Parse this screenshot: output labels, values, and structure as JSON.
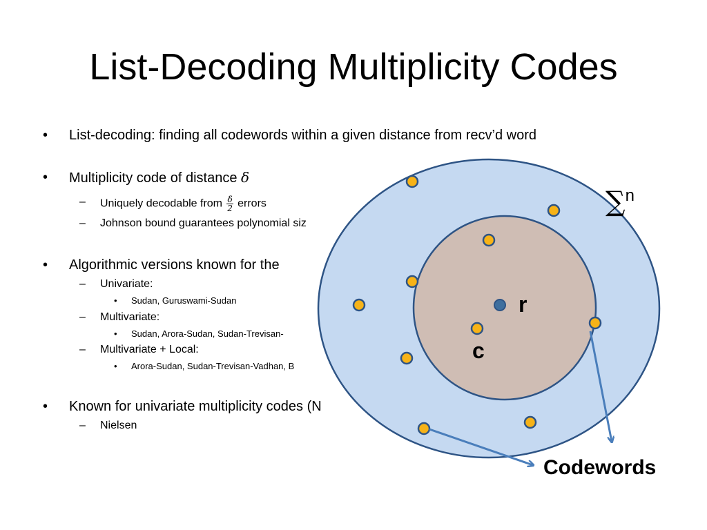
{
  "title": "List-Decoding Multiplicity Codes",
  "bullets": {
    "b1": "List-decoding: finding all codewords within a given distance from recv’d word",
    "b2_text": "Multiplicity code of distance ",
    "b2_symbol": "δ",
    "b2_sub1_before": "Uniquely decodable from ",
    "b2_sub1_frac_num": "δ",
    "b2_sub1_frac_den": "2",
    "b2_sub1_after": " errors",
    "b2_sub2": "Johnson bound guarantees polynomial siz",
    "b3": "Algorithmic versions known for the",
    "b3_sub1": "Univariate:",
    "b3_sub1_item": "Sudan, Guruswami-Sudan",
    "b3_sub2": "Multivariate:",
    "b3_sub2_item": "Sudan, Arora-Sudan, Sudan-Trevisan-",
    "b3_sub3": "Multivariate + Local:",
    "b3_sub3_item": "Arora-Sudan, Sudan-Trevisan-Vadhan, B",
    "b4": "Known for univariate multiplicity codes (N",
    "b4_sub1": "Nielsen"
  },
  "markers": {
    "level1": "•",
    "level2": "–",
    "level3": "•"
  },
  "diagram": {
    "sigma_symbol": "∑",
    "sigma_exponent": "n",
    "received_label": "r",
    "codeword_label": "c",
    "codewords_label": "Codewords",
    "colors": {
      "outer_fill": "#c5d9f1",
      "outer_stroke": "#2e5485",
      "inner_fill": "#cfbdb4",
      "inner_stroke": "#2e5485",
      "point_fill": "#f7b318",
      "point_stroke": "#2e5485",
      "center_fill": "#3f6f9e",
      "arrow": "#4a7ebb"
    }
  }
}
